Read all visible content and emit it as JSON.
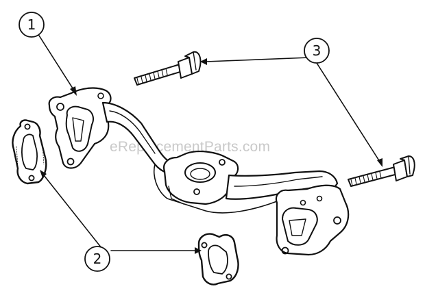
{
  "diagram": {
    "callouts": [
      {
        "id": "1",
        "label": "1"
      },
      {
        "id": "2",
        "label": "2"
      },
      {
        "id": "3",
        "label": "3"
      }
    ],
    "watermark": "eReplacementParts.com",
    "colors": {
      "ink": "#111111",
      "watermark": "#c9c9c9",
      "background": "#ffffff"
    }
  }
}
